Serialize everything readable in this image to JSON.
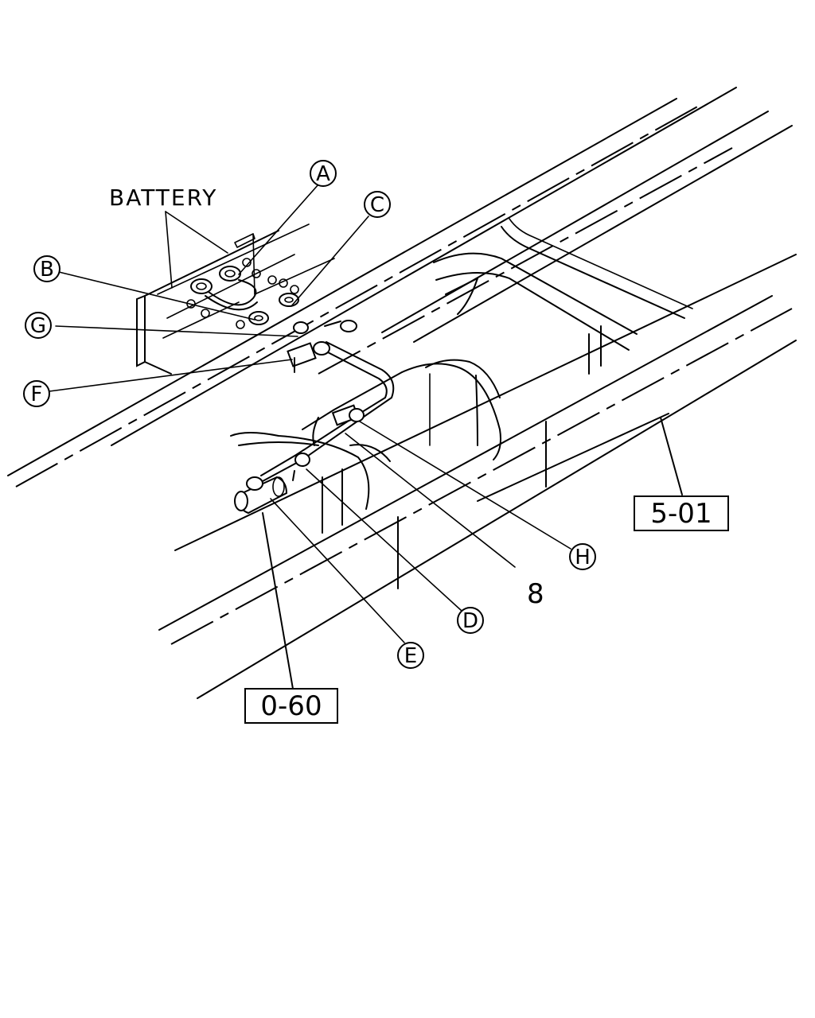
{
  "labels": {
    "battery": "BATTERY",
    "callouts": {
      "a": "A",
      "b": "B",
      "c": "C",
      "d": "D",
      "e": "E",
      "f": "F",
      "g": "G",
      "h": "H"
    },
    "part_number": "8",
    "ref_boxes": {
      "frame": "5-01",
      "starter": "0-60"
    }
  }
}
